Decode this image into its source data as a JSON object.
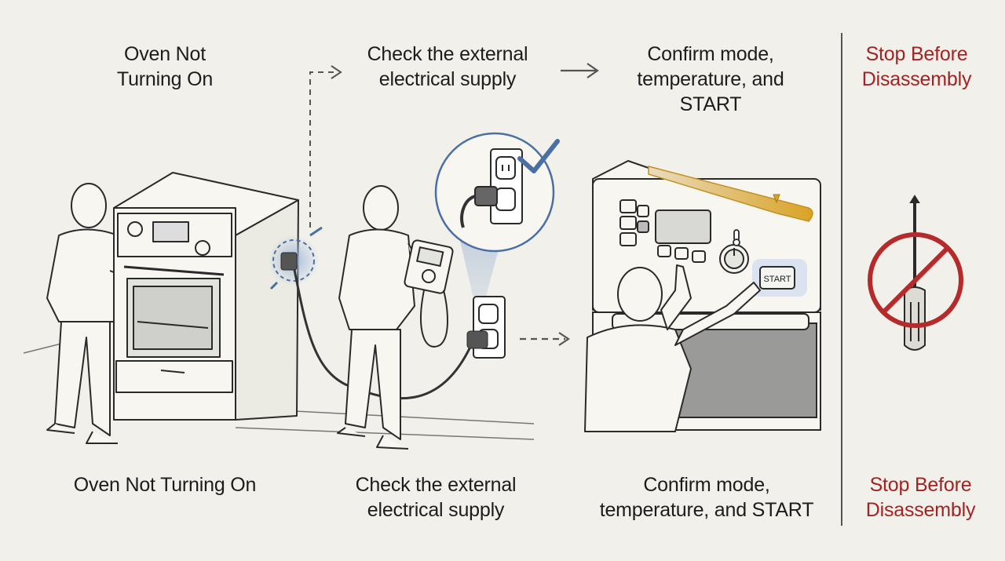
{
  "steps": [
    {
      "top_title": "Oven Not\nTurning On",
      "bottom_caption": "Oven Not Turning On"
    },
    {
      "top_title": "Check the external\nelectrical supply",
      "bottom_caption": "Check the external\nelectrical supply"
    },
    {
      "top_title": "Confirm mode,\ntemperature, and\nSTART",
      "bottom_caption": "Confirm mode,\ntemperature, and START",
      "start_button_text": "START"
    }
  ],
  "warning": {
    "top_title": "Stop Before\nDisassembly",
    "bottom_caption": "Stop Before\nDisassembly"
  },
  "colors": {
    "background": "#f1f0ea",
    "line": "#2a2a2a",
    "accent_blue": "#4a6fa5",
    "warning_red": "#b52a2a",
    "heat_gold": "#d9a325"
  },
  "icons": [
    "arrow-right-icon",
    "checkmark-icon",
    "thermometer-icon",
    "screwdriver-icon",
    "prohibition-icon"
  ]
}
